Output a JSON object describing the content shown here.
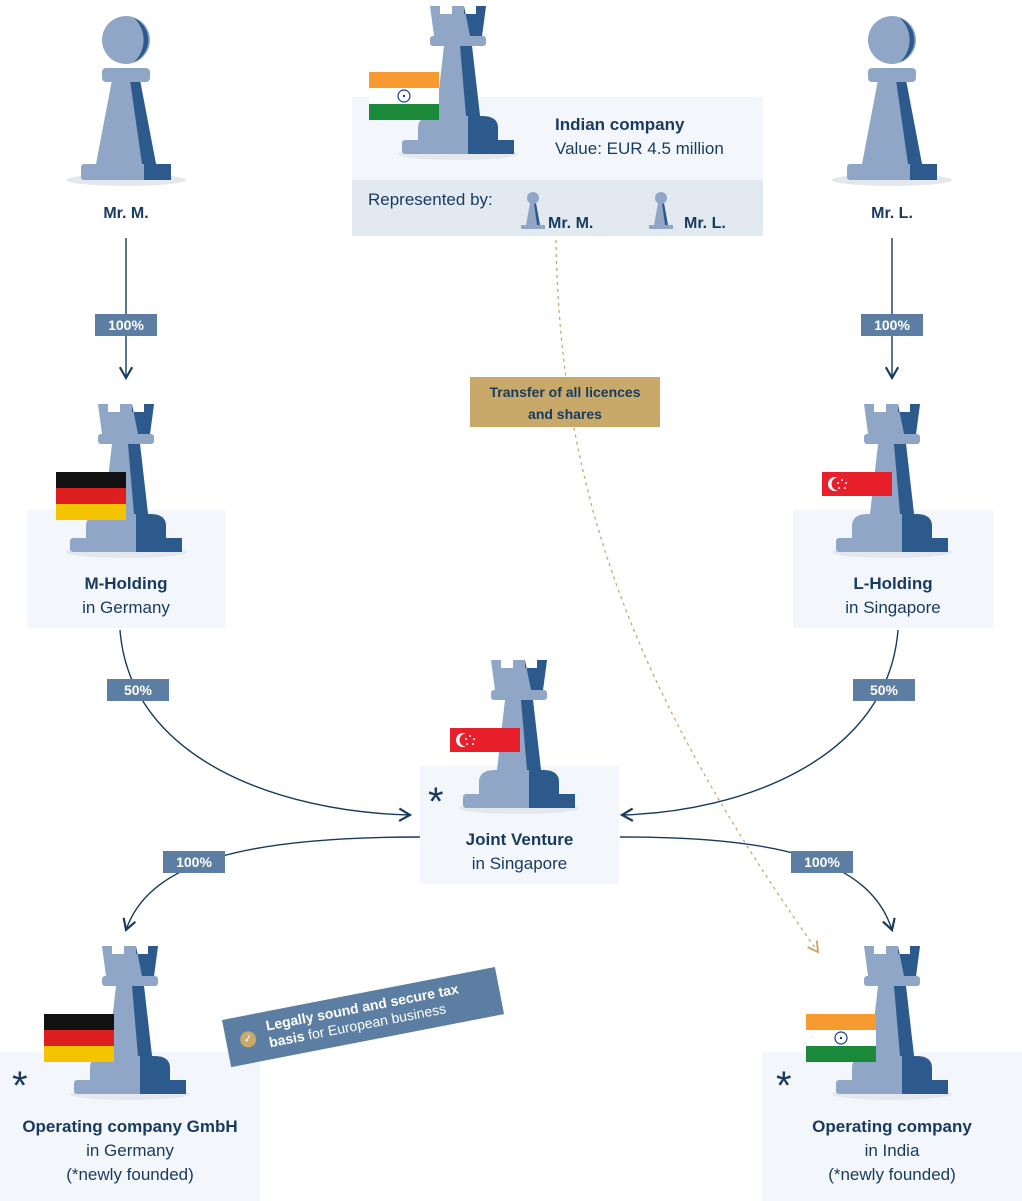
{
  "colors": {
    "navy": "#173a5e",
    "blue": "#5c7ea3",
    "gold": "#c8a96a",
    "panel": "#f3f6fa",
    "piece_light": "#8fa6c6",
    "piece_dark": "#2c5a8c"
  },
  "top": {
    "indian_company": {
      "name": "Indian company",
      "value": "Value: EUR 4.5 million"
    },
    "represented_by": {
      "label": "Represented by:",
      "person1": "Mr. M.",
      "person2": "Mr. L."
    },
    "mr_m": "Mr. M.",
    "mr_l": "Mr. L."
  },
  "links": {
    "m_to_mholding": "100%",
    "l_to_lholding": "100%",
    "mholding_to_jv": "50%",
    "lholding_to_jv": "50%",
    "jv_to_gmbh": "100%",
    "jv_to_india": "100%"
  },
  "transfer": {
    "line1": "Transfer of all licences",
    "line2": "and shares"
  },
  "m_holding": {
    "name": "M-Holding",
    "location": "in Germany"
  },
  "l_holding": {
    "name": "L-Holding",
    "location": "in Singapore"
  },
  "joint_venture": {
    "name": "Joint Venture",
    "location": "in Singapore",
    "mark": "*"
  },
  "gmbh": {
    "name": "Operating company GmbH",
    "location": "in Germany",
    "note": "(*newly founded)",
    "mark": "*"
  },
  "india_op": {
    "name": "Operating company",
    "location": "in India",
    "note": "(*newly founded)",
    "mark": "*"
  },
  "badge": {
    "bold": "Legally sound and secure tax",
    "bold2": "basis",
    "rest": " for European business",
    "icon": "check-icon"
  }
}
